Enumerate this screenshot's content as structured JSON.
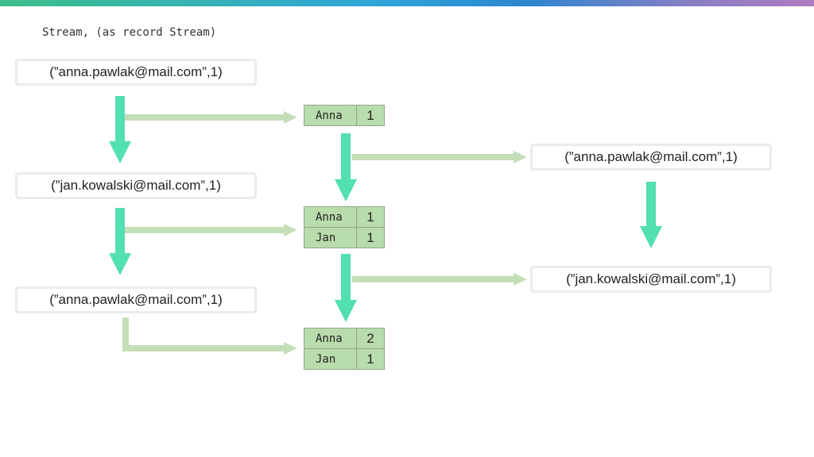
{
  "caption": "Stream, (as record Stream)",
  "input_events": [
    "(”anna.pawlak@mail.com”,1)",
    "(”jan.kowalski@mail.com”,1)",
    "(”anna.pawlak@mail.com”,1)"
  ],
  "tables": [
    {
      "rows": [
        {
          "key": "Anna",
          "value": "1"
        }
      ]
    },
    {
      "rows": [
        {
          "key": "Anna",
          "value": "1"
        },
        {
          "key": "Jan",
          "value": "1"
        }
      ]
    },
    {
      "rows": [
        {
          "key": "Anna",
          "value": "2"
        },
        {
          "key": "Jan",
          "value": "1"
        }
      ]
    }
  ],
  "output_events": [
    "(”anna.pawlak@mail.com”,1)",
    "(”jan.kowalski@mail.com”,1)"
  ],
  "colors": {
    "flow_arrow": "#52dfb2",
    "link_arrow": "#c4dfb8",
    "table_fill": "#b8dcab",
    "event_border": "#e9ecef"
  }
}
